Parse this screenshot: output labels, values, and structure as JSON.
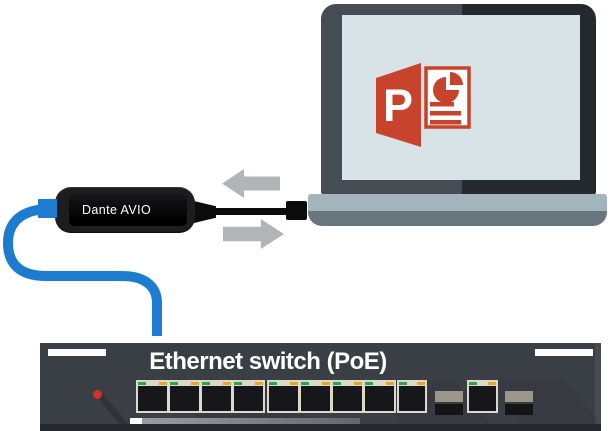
{
  "laptop": {
    "screen_color": "#D8E3E8",
    "bezel_colors": {
      "left": "#454C53",
      "right": "#23292E"
    },
    "base_colors": {
      "top": "#A3B5BC",
      "bottom": "#69767E"
    },
    "app_logo": {
      "name": "Microsoft PowerPoint",
      "letter": "P",
      "color": "#C8432B"
    }
  },
  "adapter": {
    "label": "Dante AVIO",
    "body_color": "#1D1D1F"
  },
  "network_cable": {
    "color": "#1E7CD0"
  },
  "data_arrows": {
    "color": "#B1B5B7",
    "directions": [
      "left",
      "right"
    ]
  },
  "switch": {
    "label": "Ethernet switch (PoE)",
    "body_color": "#3A3F45",
    "port_frame_color": "#DCD8CC",
    "port_groups": [
      4,
      4
    ],
    "uplink_ports": 2,
    "sfp_slots": 2,
    "led_colors": {
      "link": "#2BA34A",
      "activity": "#EDA420",
      "power": "#D5312B"
    }
  }
}
